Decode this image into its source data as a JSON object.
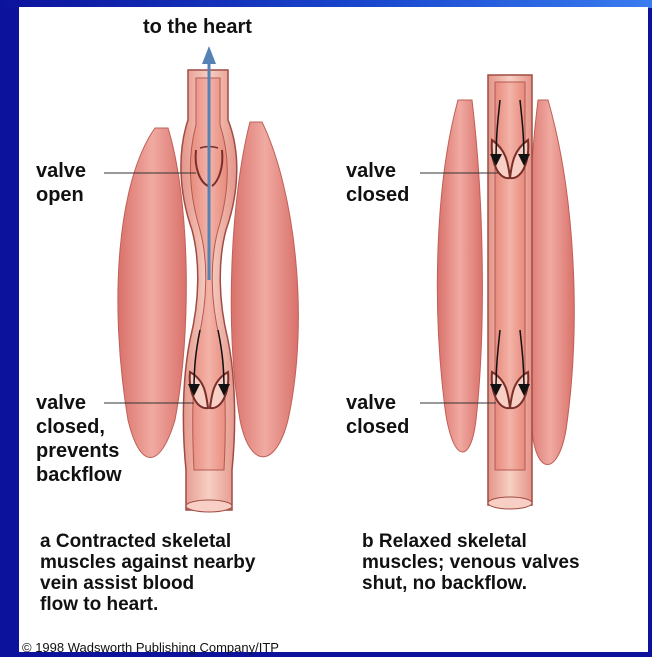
{
  "diagram": {
    "top_label": "to the heart",
    "left_panel": {
      "upper_valve_label": "valve\nopen",
      "lower_valve_label": "valve\nclosed,\nprevents\nbackflow",
      "caption": "a  Contracted skeletal\nmuscles against nearby\nvein assist blood\nflow to heart."
    },
    "right_panel": {
      "upper_valve_label": "valve\nclosed",
      "lower_valve_label": "valve\nclosed",
      "caption": "b  Relaxed skeletal\nmuscles; venous valves\nshut, no backflow."
    },
    "copyright": "© 1998 Wadsworth Publishing Company/ITP"
  },
  "colors": {
    "background": "#0c129c",
    "muscle": "#e6918a",
    "vein": "#f2b6ab",
    "arrow": "#5582b4"
  }
}
